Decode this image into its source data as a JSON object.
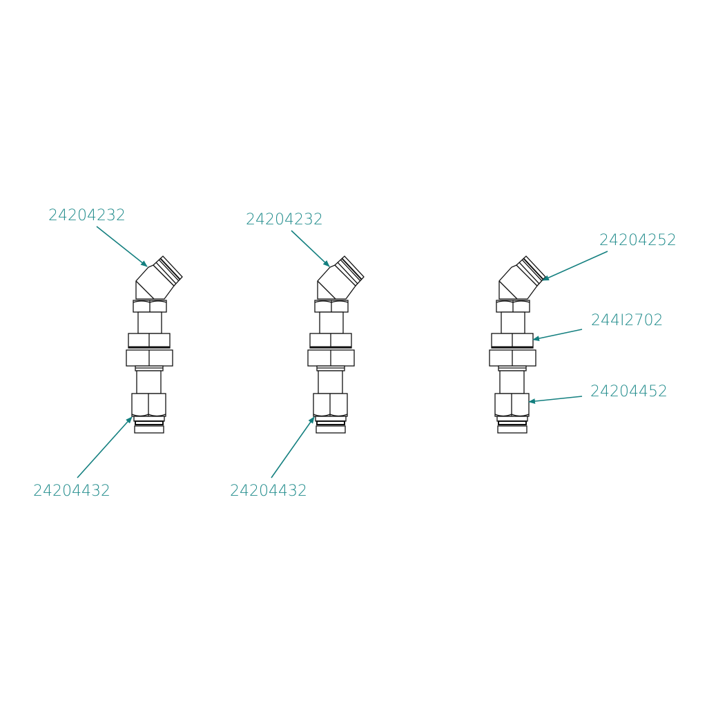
{
  "colors": {
    "callout": "#1f8b8b",
    "outline": "#111111"
  },
  "assemblies": [
    {
      "name": "assembly-1",
      "labels": {
        "elbow": "24204232",
        "connector": "24204432"
      }
    },
    {
      "name": "assembly-2",
      "labels": {
        "elbow": "24204232",
        "connector": "24204432"
      }
    },
    {
      "name": "assembly-3",
      "labels": {
        "elbow": "24204252",
        "nut": "244I2702",
        "connector": "24204452"
      }
    }
  ]
}
